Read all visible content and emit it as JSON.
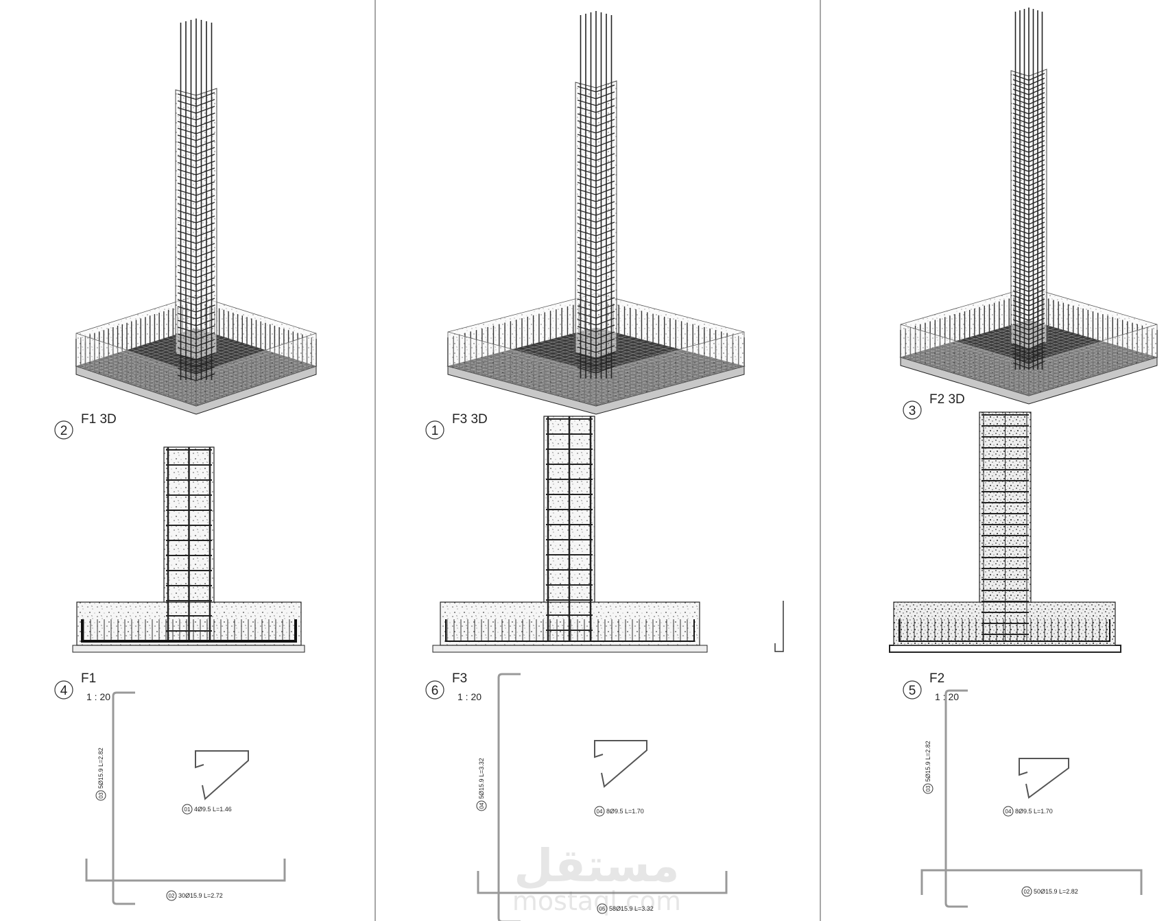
{
  "sheet": {
    "watermark": {
      "arabic": "مستقل",
      "latin": "mostaql.com"
    },
    "colors": {
      "line": "#222222",
      "concrete": "#f4f4f4",
      "base": "#bdbdbd",
      "bar": "#9a9a9a"
    },
    "panels": [
      {
        "id": "F1",
        "view3d": {
          "number": "2",
          "title": "F1 3D"
        },
        "section": {
          "number": "4",
          "title": "F1",
          "scale": "1 : 20"
        },
        "bars": {
          "vertical": {
            "mark": "03",
            "text": "5Ø15.9 L=2.82"
          },
          "stirrup": {
            "mark": "01",
            "text": "4Ø9.5 L=1.46"
          },
          "bottom": {
            "mark": "02",
            "text": "30Ø15.9 L=2.72"
          }
        }
      },
      {
        "id": "F3",
        "view3d": {
          "number": "1",
          "title": "F3 3D"
        },
        "section": {
          "number": "6",
          "title": "F3",
          "scale": "1 : 20"
        },
        "bars": {
          "vertical": {
            "mark": "04",
            "text": "5Ø15.9 L=3.32"
          },
          "stirrup": {
            "mark": "04",
            "text": "8Ø9.5 L=1.70"
          },
          "bottom": {
            "mark": "05",
            "text": "58Ø15.9 L=3.32"
          }
        }
      },
      {
        "id": "F2",
        "view3d": {
          "number": "3",
          "title": "F2 3D"
        },
        "section": {
          "number": "5",
          "title": "F2",
          "scale": "1 : 20"
        },
        "bars": {
          "vertical": {
            "mark": "03",
            "text": "5Ø15.9 L=2.82"
          },
          "stirrup": {
            "mark": "04",
            "text": "8Ø9.5 L=1.70"
          },
          "bottom": {
            "mark": "02",
            "text": "50Ø15.9 L=2.82"
          }
        }
      }
    ]
  }
}
